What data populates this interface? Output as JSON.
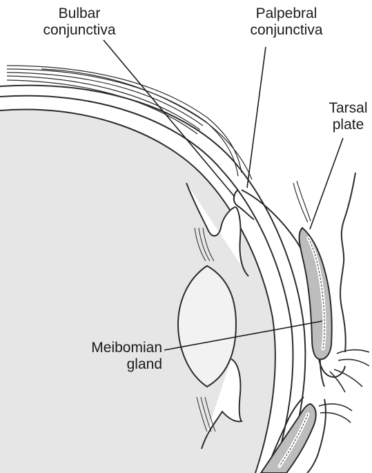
{
  "labels": {
    "bulbar": [
      "Bulbar",
      "conjunctiva"
    ],
    "palpebral": [
      "Palpebral",
      "conjunctiva"
    ],
    "tarsal": [
      "Tarsal",
      "plate"
    ],
    "meibomian": [
      "Meibomian",
      "gland"
    ]
  },
  "colors": {
    "stroke": "#2a2a2a",
    "fill_globe": "#e6e6e6",
    "fill_tarsal": "#bdbdbd",
    "background": "#ffffff"
  }
}
